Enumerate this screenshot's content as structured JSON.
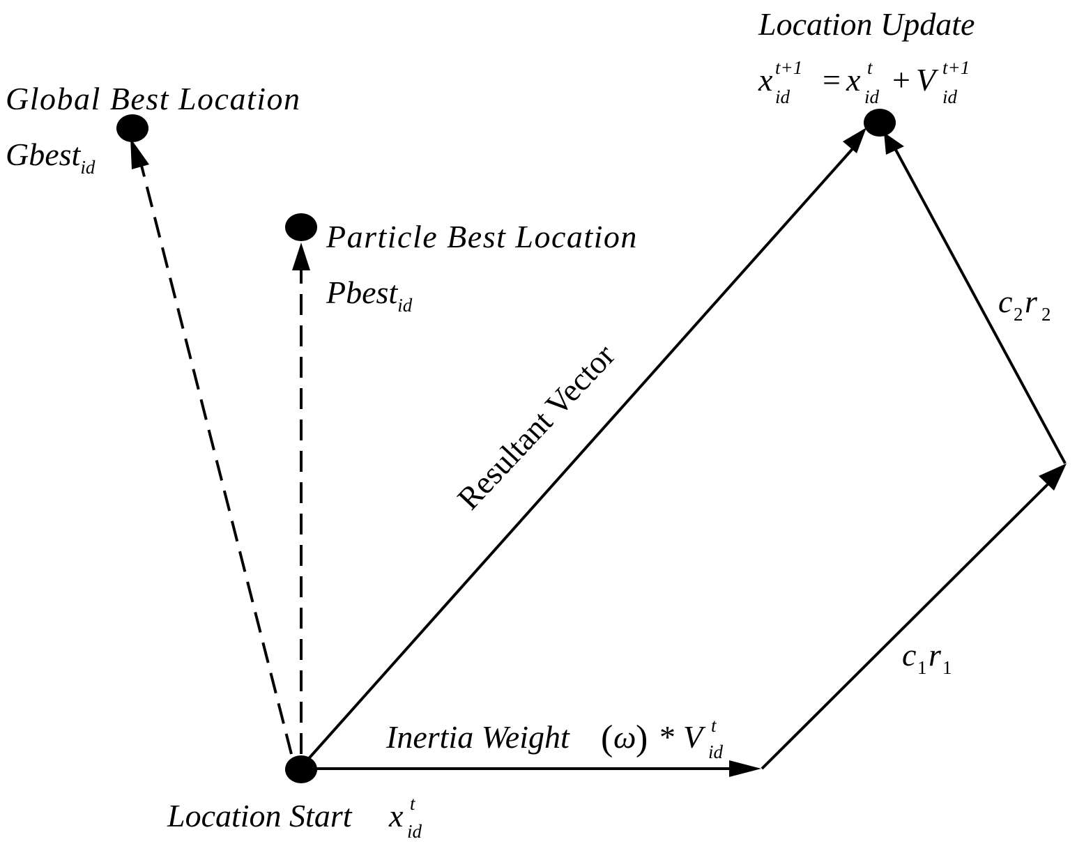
{
  "labels": {
    "global_best_title": "Global Best Location",
    "global_best_symbol": "Gbest",
    "particle_best_title": "Particle Best Location",
    "particle_best_symbol": "Pbest",
    "location_update_title": "Location Update",
    "resultant_vector": "Resultant Vector",
    "inertia_weight": "Inertia Weight",
    "omega": "ω",
    "c1": "c",
    "r1": "r",
    "c2": "c",
    "r2": "r",
    "location_start": "Location Start",
    "x": "x",
    "V": "V",
    "sub_id": "id",
    "sup_t": "t",
    "sup_t_plus_1": "t+1",
    "sub_1": "1",
    "sub_2": "2",
    "equals": "=",
    "plus": "+",
    "asterisk": "*",
    "paren_open": "(",
    "paren_close": ")"
  },
  "colors": {
    "ink": "#000000",
    "background": "#ffffff"
  }
}
